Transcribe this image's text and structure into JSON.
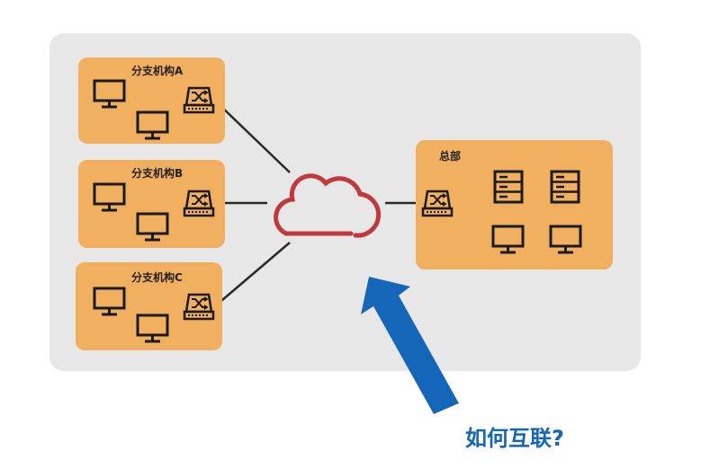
{
  "branches": [
    {
      "label": "分支机构A"
    },
    {
      "label": "分支机构B"
    },
    {
      "label": "分支机构C"
    }
  ],
  "headquarters": {
    "label": "总部"
  },
  "question": "如何互联?",
  "icons": {
    "computer": "desktop-monitor-icon",
    "switch": "network-switch-icon",
    "server": "server-icon",
    "cloud": "cloud-icon",
    "arrow": "arrow-up-left-icon"
  },
  "colors": {
    "box": "#f0b060",
    "panel": "#e7e7e8",
    "cloud": "#c0393b",
    "arrow": "#1466b8",
    "question": "#1466b8"
  }
}
